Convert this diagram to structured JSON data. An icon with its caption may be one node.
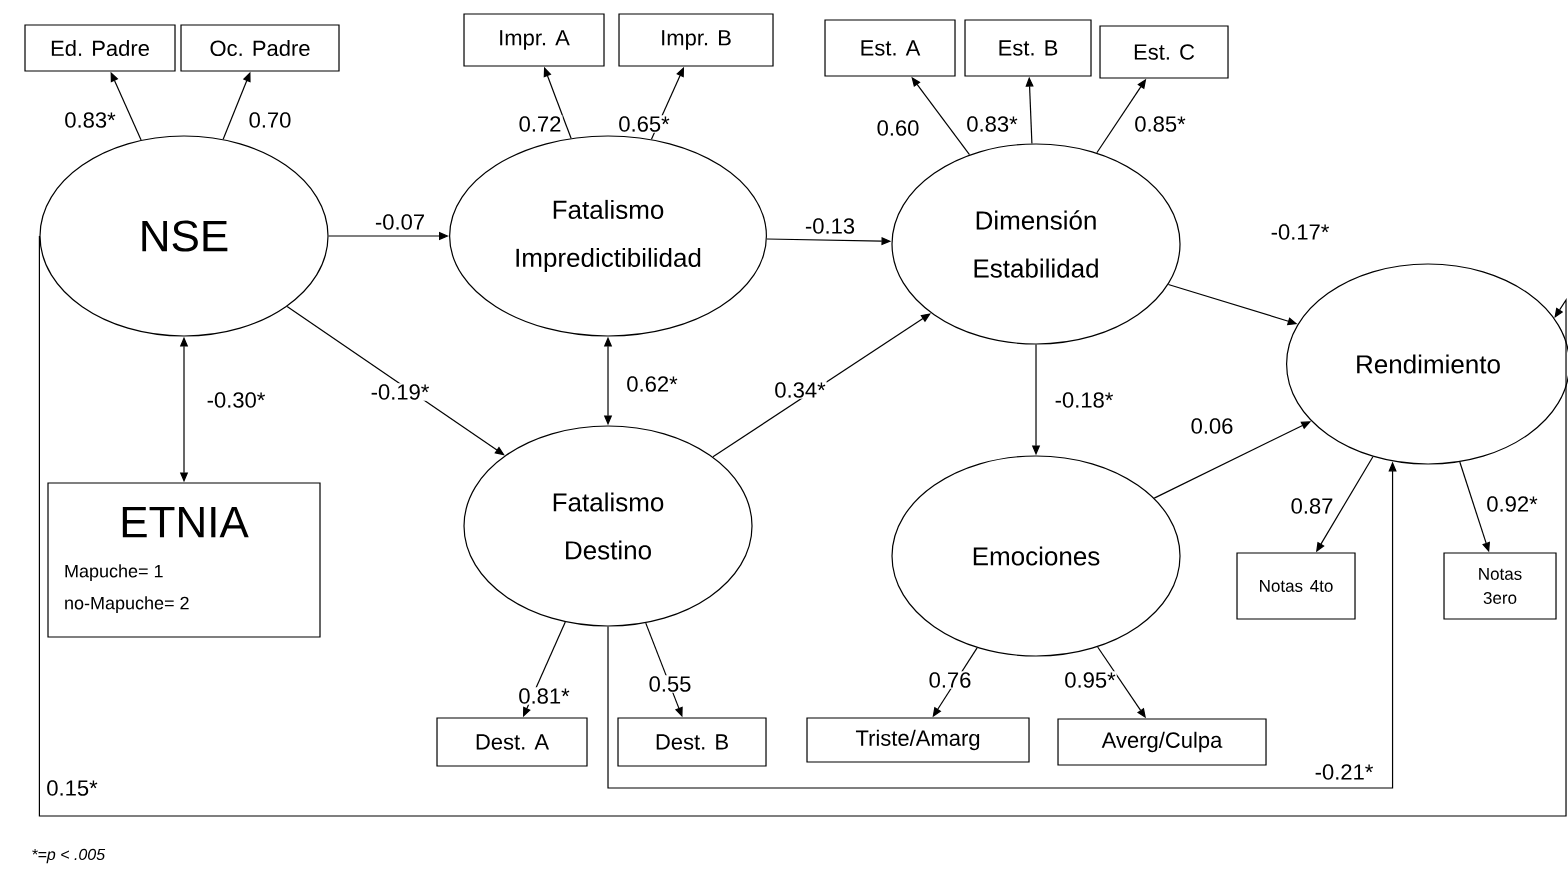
{
  "diagram": {
    "nodes": [
      {
        "text": [
          "NSE"
        ]
      },
      {
        "text": [
          "Ed. Padre"
        ]
      },
      {
        "text": [
          "Oc. Padre"
        ]
      },
      {
        "text": [
          "Impr. A"
        ]
      },
      {
        "text": [
          "Impr. B"
        ]
      },
      {
        "text": [
          "Fatalismo Impredictibilidad"
        ]
      },
      {
        "text": [
          "Est. A"
        ]
      },
      {
        "text": [
          "Est. B"
        ]
      },
      {
        "text": [
          "Est. C"
        ]
      },
      {
        "text": [
          "Dimensión Estabilidad"
        ]
      },
      {
        "text": [
          "Rendimiento"
        ]
      },
      {
        "text": [
          "ETNIA",
          "Mapuche= 1",
          "no-Mapuche= 2"
        ]
      },
      {
        "text": [
          "Fatalismo Destino"
        ]
      },
      {
        "text": [
          "Dest. A"
        ]
      },
      {
        "text": [
          "Dest. B"
        ]
      },
      {
        "text": [
          "Emociones"
        ]
      },
      {
        "text": [
          "Triste/Amarg"
        ]
      },
      {
        "text": [
          "Averg/Culpa"
        ]
      },
      {
        "text": [
          "Notas 4to"
        ]
      },
      {
        "text": [
          "Notas 3ero"
        ]
      }
    ],
    "edges": [
      {
        "from": 0,
        "to": 1,
        "arrow": "to",
        "label": "0.83*"
      },
      {
        "from": 0,
        "to": 2,
        "arrow": "to",
        "label": "0.70"
      },
      {
        "from": 0,
        "to": 5,
        "arrow": "to",
        "label": "-0.07"
      },
      {
        "from": 0,
        "to": 11,
        "arrow": "both",
        "label": "-0.30*"
      },
      {
        "from": 0,
        "to": 12,
        "arrow": "to",
        "label": "-0.19*"
      },
      {
        "from": 0,
        "to": 10,
        "arrow": "to",
        "label": "0.15*"
      },
      {
        "from": 5,
        "to": 3,
        "arrow": "to",
        "label": "0.72"
      },
      {
        "from": 5,
        "to": 4,
        "arrow": "to",
        "label": "0.65*"
      },
      {
        "from": 5,
        "to": 9,
        "arrow": "to",
        "label": "-0.13"
      },
      {
        "from": 5,
        "to": 12,
        "arrow": "both",
        "label": "0.62*"
      },
      {
        "from": 12,
        "to": 9,
        "arrow": "to",
        "label": "0.34*"
      },
      {
        "from": 12,
        "to": 13,
        "arrow": "to",
        "label": "0.81*"
      },
      {
        "from": 12,
        "to": 14,
        "arrow": "to",
        "label": "0.55"
      },
      {
        "from": 12,
        "to": 10,
        "arrow": "to",
        "label": "-0.21*"
      },
      {
        "from": 9,
        "to": 6,
        "arrow": "to",
        "label": "0.60"
      },
      {
        "from": 9,
        "to": 7,
        "arrow": "to",
        "label": "0.83*"
      },
      {
        "from": 9,
        "to": 8,
        "arrow": "to",
        "label": "0.85*"
      },
      {
        "from": 9,
        "to": 10,
        "arrow": "to",
        "label": "-0.17*"
      },
      {
        "from": 9,
        "to": 15,
        "arrow": "to",
        "label": "-0.18*"
      },
      {
        "from": 15,
        "to": 10,
        "arrow": "to",
        "label": "0.06"
      },
      {
        "from": 15,
        "to": 16,
        "arrow": "to",
        "label": "0.76"
      },
      {
        "from": 15,
        "to": 17,
        "arrow": "to",
        "label": "0.95*"
      },
      {
        "from": 10,
        "to": 18,
        "arrow": "to",
        "label": "0.87"
      },
      {
        "from": 10,
        "to": 19,
        "arrow": "to",
        "label": "0.92*"
      }
    ],
    "labels": [
      "*=p <  .005"
    ]
  }
}
